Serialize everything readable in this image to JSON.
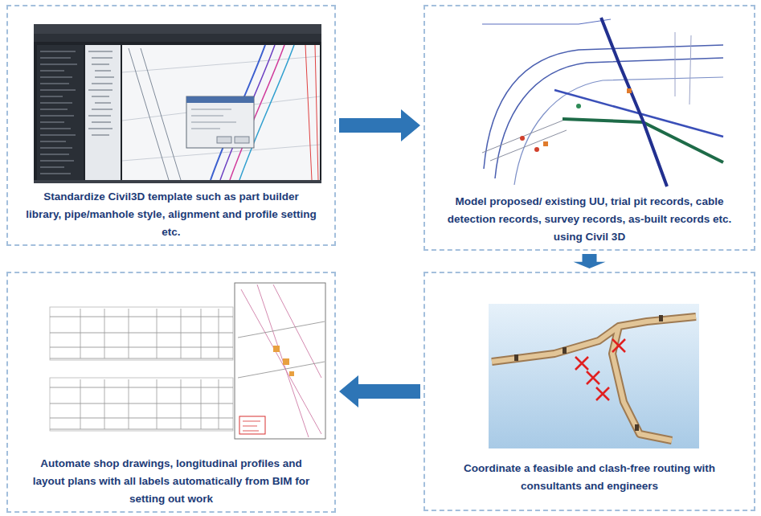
{
  "diagram": {
    "nodes": [
      {
        "text": [
          "Standardize Civil3D template such as part builder library, pipe/manhole style, alignment and profile setting etc."
        ]
      },
      {
        "text": [
          "Model proposed/ existing UU, trial pit records, cable detection records, survey records, as-built records etc. using Civil 3D"
        ]
      },
      {
        "text": [
          "Automate shop drawings, longitudinal profiles and layout plans with all labels automatically from BIM for setting out work"
        ]
      },
      {
        "text": [
          "Coordinate a feasible and clash-free routing with consultants and engineers"
        ]
      }
    ],
    "edges": [
      {
        "from": 0,
        "to": 1,
        "arrow": "to"
      },
      {
        "from": 1,
        "to": 3,
        "arrow": "to"
      },
      {
        "from": 3,
        "to": 2,
        "arrow": "to"
      }
    ]
  }
}
